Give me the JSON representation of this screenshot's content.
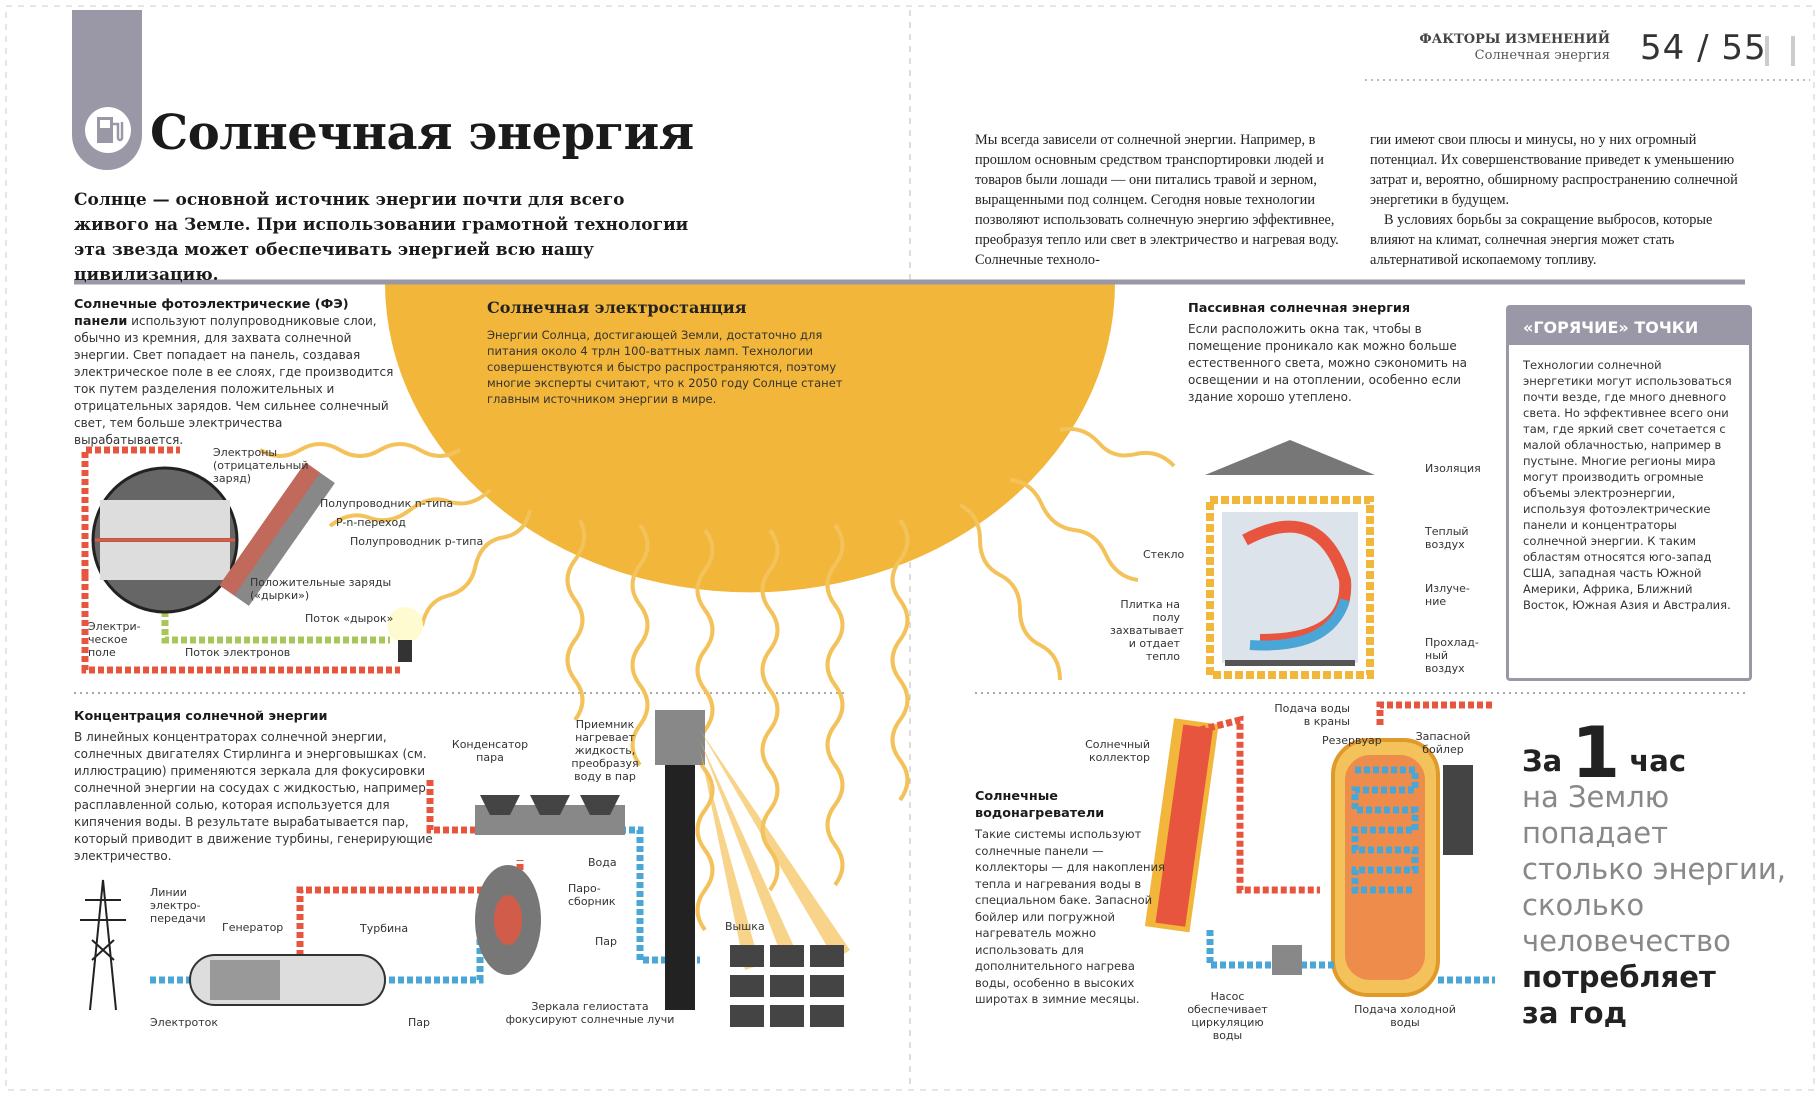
{
  "header": {
    "section": "ФАКТОРЫ ИЗМЕНЕНИЙ",
    "subsection": "Солнечная энергия",
    "pages": "54 / 55"
  },
  "title": "Солнечная энергия",
  "lead": "Солнце — основной источник энергии почти для всего живого на Земле. При использовании грамотной технологии эта звезда может обеспечивать энергией всю нашу цивилизацию.",
  "intro": {
    "col1": "Мы всегда зависели от солнечной энергии. Например, в прошлом основным средством транспортировки людей и товаров были лошади — они питались травой и зерном, выращенными под солнцем. Сегодня новые технологии позволяют использовать солнечную энергию эффективнее, преобразуя тепло или свет в электричество и нагревая воду. Солнечные техноло-",
    "col2a": "гии имеют свои плюсы и минусы, но у них огромный потенциал. Их совершенствование приведет к уменьшению затрат и, вероятно, обширному распространению солнечной энергетики в будущем.",
    "col2b": "В условиях борьбы за сокращение выбросов, которые влияют на климат, солнечная энергия может стать альтернативой ископаемому топливу."
  },
  "pv": {
    "heading": "Солнечные фотоэлектрические (ФЭ) панели",
    "text": "используют полупроводниковые слои, обычно из кремния, для захвата солнечной энергии. Свет попадает на панель, создавая электрическое поле в ее слоях, где производится ток путем разделения положительных и отрицательных зарядов. Чем сильнее солнечный свет, тем больше электричества вырабатывается.",
    "labels": {
      "electrons": "Электроны (отрицательный заряд)",
      "n_type": "Полупроводник n-типа",
      "pn": "P-n-переход",
      "p_type": "Полупроводник p-типа",
      "holes": "Положительные заряды («дырки»)",
      "field": "Электри-ческое поле",
      "hole_flow": "Поток «дырок»",
      "electron_flow": "Поток электронов"
    }
  },
  "station": {
    "heading": "Солнечная электростанция",
    "text": "Энергии Солнца, достигающей Земли, достаточно для питания около 4 трлн 100-ваттных ламп. Технологии совершенствуются и быстро распространяются, поэтому многие эксперты считают, что к 2050 году Солнце станет главным источником энергии в мире."
  },
  "passive": {
    "heading": "Пассивная солнечная энергия",
    "text": "Если расположить окна так, чтобы в помещение проникало как можно больше естественного света, можно сэкономить на освещении и на отоплении, особенно если здание хорошо утеплено.",
    "labels": {
      "insulation": "Изоляция",
      "glass": "Стекло",
      "warm": "Теплый воздух",
      "radiation": "Излуче-ние",
      "tile": "Плитка на полу захватывает и отдает тепло",
      "cool": "Прохлад-ный воздух"
    }
  },
  "hot": {
    "heading": "«ГОРЯЧИЕ» ТОЧКИ",
    "text": "Технологии солнечной энергетики могут использоваться почти везде, где много дневного света. Но эффективнее всего они там, где яркий свет сочетается с малой облачностью, например в пустыне. Многие регионы мира могут производить огромные объемы электроэнергии, используя фотоэлектрические панели и концентраторы солнечной энергии. К таким областям относятся юго-запад США, западная часть Южной Америки, Африка, Ближний Восток, Южная Азия и Австралия."
  },
  "csp": {
    "heading": "Концентрация солнечной энергии",
    "text": "В линейных концентраторах солнечной энергии, солнечных двигателях Стирлинга и энерговышках (см. иллюстрацию) применяются зеркала для фокусировки солнечной энергии на сосудах с жидкостью, например расплавленной солью, которая используется для кипячения воды. В результате вырабатывается пар, который приводит в движение турбины, генерирующие электричество.",
    "labels": {
      "lines": "Линии электро-передачи",
      "generator": "Генератор",
      "turbine": "Турбина",
      "current": "Электроток",
      "steam1": "Пар",
      "condenser": "Конденсатор пара",
      "receiver": "Приемник нагревает жидкость, преобразуя воду в пар",
      "water": "Вода",
      "collector": "Паро-сборник",
      "steam2": "Пар",
      "tower": "Вышка",
      "mirrors": "Зеркала гелиостата фокусируют солнечные лучи"
    }
  },
  "heaters": {
    "heading": "Солнечные водонагреватели",
    "text": "Такие системы используют солнечные панели — коллекторы — для накопления тепла и нагревания воды в специальном баке. Запасной бойлер или погружной нагреватель можно использовать для дополнительного нагрева воды, особенно в высоких широтах в зимние месяцы.",
    "labels": {
      "collector": "Солнечный коллектор",
      "supply": "Подача воды в краны",
      "reservoir": "Резервуар",
      "boiler": "Запасной бойлер",
      "pump": "Насос обеспечивает циркуляцию воды",
      "cold": "Подача холодной воды"
    }
  },
  "fact": {
    "pre": "За",
    "num": "1",
    "unit": "час",
    "l1": "на Землю",
    "l2": "попадает",
    "l3": "столько энергии,",
    "l4": "сколько",
    "l5": "человечество",
    "l6": "потребляет",
    "l7": "за год"
  },
  "colors": {
    "sun": "#f2b63a",
    "red": "#e8553e",
    "blue": "#49a6d6",
    "green": "#a8c65a",
    "gray": "#9a97a6"
  }
}
